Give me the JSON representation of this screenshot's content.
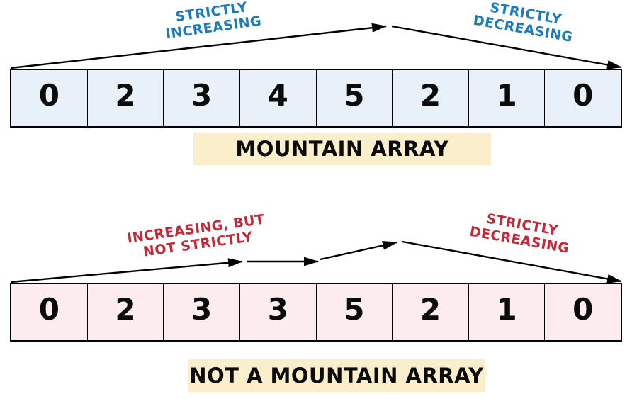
{
  "colors": {
    "blue_text": "#1b7bbd",
    "red_text": "#c4293a",
    "mountain_cell_bg": "#e8f1f9",
    "not_mountain_cell_bg": "#fcecee",
    "label_bg": "#fbeecb",
    "line": "#000000"
  },
  "mountain": {
    "caption": "MOUNTAIN ARRAY",
    "values": [
      "0",
      "2",
      "3",
      "4",
      "5",
      "2",
      "1",
      "0"
    ],
    "increasing_annotation": {
      "line1": "STRICTLY",
      "line2": "INCREASING"
    },
    "decreasing_annotation": {
      "line1": "STRICTLY",
      "line2": "DECREASING"
    }
  },
  "not_mountain": {
    "caption": "NOT A MOUNTAIN ARRAY",
    "values": [
      "0",
      "2",
      "3",
      "3",
      "5",
      "2",
      "1",
      "0"
    ],
    "increasing_annotation": {
      "line1": "INCREASING, BUT",
      "line2": "NOT STRICTLY"
    },
    "decreasing_annotation": {
      "line1": "STRICTLY",
      "line2": "DECREASING"
    }
  }
}
